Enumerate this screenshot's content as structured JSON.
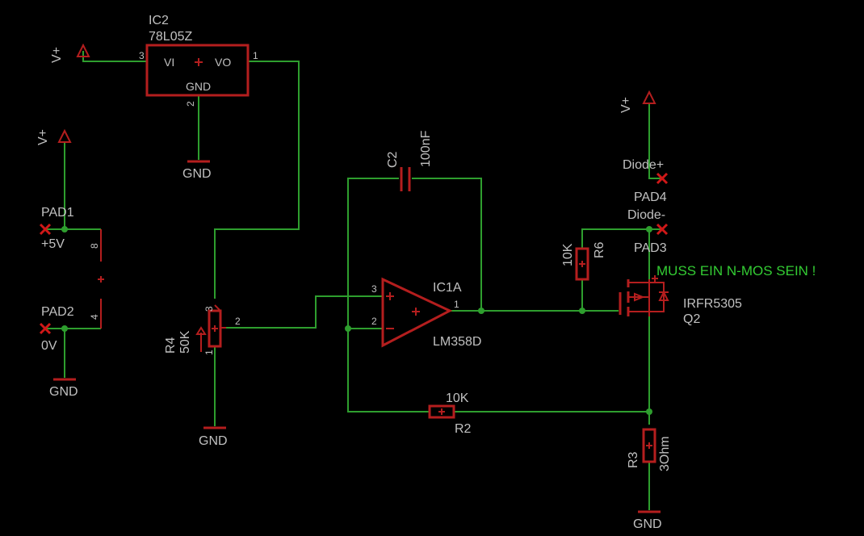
{
  "schematic": {
    "supply": "V+",
    "ground": "GND",
    "note": "MUSS EIN N-MOS SEIN !",
    "ic2": {
      "name": "IC2",
      "value": "78L05Z",
      "vi": "VI",
      "vo": "VO",
      "gnd": "GND",
      "pin_in": "3",
      "pin_out": "1",
      "pin_gnd": "2"
    },
    "c2": {
      "name": "C2",
      "value": "100nF"
    },
    "ic1a": {
      "name": "IC1A",
      "value": "LM358D",
      "pin_plus": "3",
      "pin_minus": "2",
      "pin_out": "1"
    },
    "r4": {
      "name": "R4",
      "value": "50K",
      "pin_top": "3",
      "pin_wiper": "2",
      "pin_bottom": "1"
    },
    "r6": {
      "name": "R6",
      "value": "10K"
    },
    "r2": {
      "name": "R2",
      "value": "10K"
    },
    "r3": {
      "name": "R3",
      "value": "3Ohm"
    },
    "q2": {
      "name": "Q2",
      "value": "IRFR5305"
    },
    "connector": {
      "pin_top": "8",
      "pin_bottom": "4"
    },
    "pads": {
      "pad1": {
        "name": "PAD1",
        "label": "+5V"
      },
      "pad2": {
        "name": "PAD2",
        "label": "0V"
      },
      "pad3": {
        "name": "PAD3",
        "label": "Diode-"
      },
      "pad4": {
        "name": "PAD4",
        "label": "Diode+"
      }
    },
    "colors": {
      "background": "#000000",
      "wire": "#2e9e2e",
      "part": "#b41e1e",
      "text": "#c0c0c0",
      "note": "#33cc33"
    }
  }
}
